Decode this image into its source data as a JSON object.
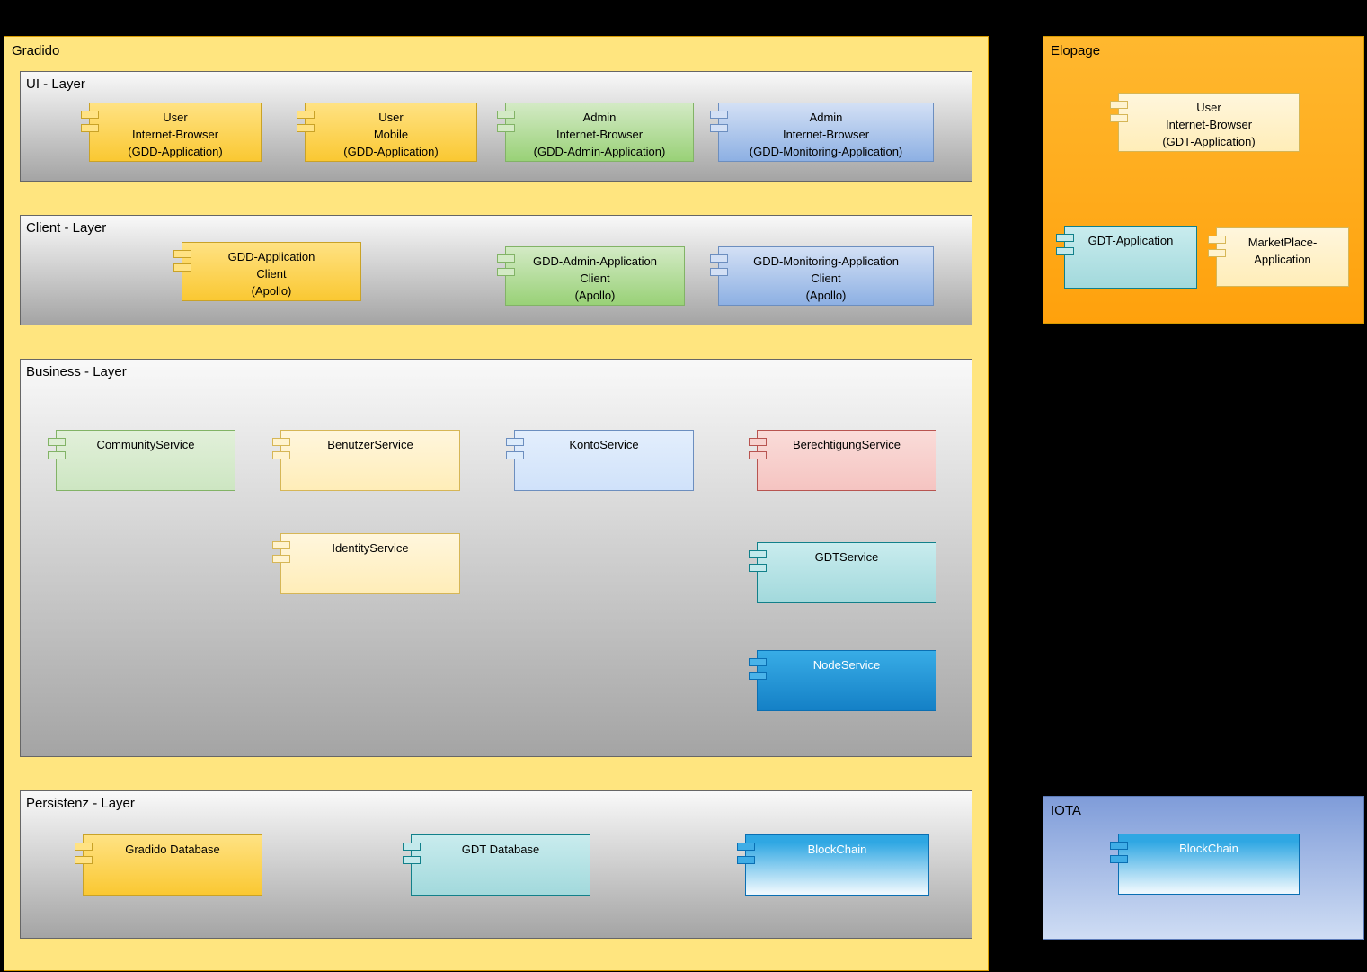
{
  "palette": {
    "canvas_background": "#000000",
    "gradido_container_fill": "#ffe57f",
    "elopage_container_fill": "#ffb12b",
    "iota_container_fill_top": "#7f9cd9",
    "iota_container_fill_bottom": "#cfddf4",
    "layer_fill_top": "#f9f9f9",
    "layer_fill_bottom": "#a4a4a4",
    "yellow_component": "#ffd24d",
    "pale_yellow_component": "#fff2cc",
    "green_component": "#99d177",
    "pale_green_component": "#d5e8d4",
    "blue_component": "#8db0e3",
    "pale_blue_component": "#dae8fc",
    "pink_component": "#f8cecc",
    "teal_component": "#aedde0",
    "strong_blue_component": "#1ba1e2"
  },
  "gradido": {
    "title": "Gradido",
    "ui_layer": {
      "title": "UI - Layer",
      "components": [
        {
          "label": "User\nInternet-Browser\n(GDD-Application)"
        },
        {
          "label": "User\nMobile\n(GDD-Application)"
        },
        {
          "label": "Admin\nInternet-Browser\n(GDD-Admin-Application)"
        },
        {
          "label": "Admin\nInternet-Browser\n(GDD-Monitoring-Application)"
        }
      ]
    },
    "client_layer": {
      "title": "Client - Layer",
      "components": [
        {
          "label": "GDD-Application\nClient\n(Apollo)"
        },
        {
          "label": "GDD-Admin-Application\nClient\n(Apollo)"
        },
        {
          "label": "GDD-Monitoring-Application\nClient\n(Apollo)"
        }
      ]
    },
    "business_layer": {
      "title": "Business - Layer",
      "components": [
        {
          "label": "CommunityService"
        },
        {
          "label": "BenutzerService"
        },
        {
          "label": "KontoService"
        },
        {
          "label": "BerechtigungService"
        },
        {
          "label": "IdentityService"
        },
        {
          "label": "GDTService"
        },
        {
          "label": "NodeService"
        }
      ]
    },
    "persistenz_layer": {
      "title": "Persistenz - Layer",
      "components": [
        {
          "label": "Gradido Database"
        },
        {
          "label": "GDT Database"
        },
        {
          "label": "BlockChain"
        }
      ]
    }
  },
  "elopage": {
    "title": "Elopage",
    "components": [
      {
        "label": "User\nInternet-Browser\n(GDT-Application)"
      },
      {
        "label": "GDT-Application"
      },
      {
        "label": "MarketPlace-\nApplication"
      }
    ]
  },
  "iota": {
    "title": "IOTA",
    "components": [
      {
        "label": "BlockChain"
      }
    ]
  }
}
